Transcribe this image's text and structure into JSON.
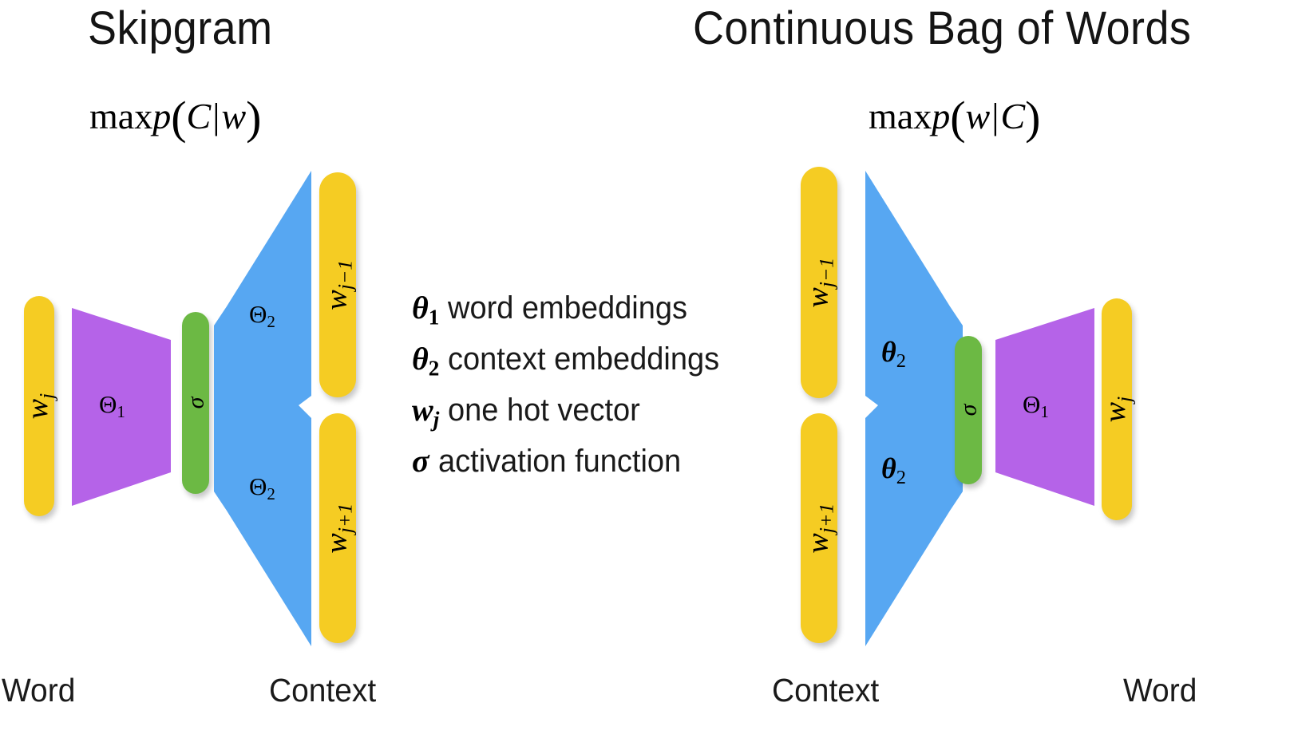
{
  "panels": [
    {
      "title": "Skipgram",
      "formula": {
        "op": "max",
        "p": "p",
        "open": "(",
        "first": "C",
        "bar": "|",
        "second": "w",
        "close": ")"
      },
      "input_label": "Word",
      "output_label": "Context",
      "blocks": {
        "input_bar": "w",
        "input_bar_sub": "j",
        "weight1": "Θ",
        "weight1_sub": "1",
        "activation": "σ",
        "weight2_top": "Θ",
        "weight2_top_sub": "2",
        "weight2_bottom": "Θ",
        "weight2_bottom_sub": "2",
        "out_top": "w",
        "out_top_sub": "j−1",
        "out_bottom": "w",
        "out_bottom_sub": "j+1"
      }
    },
    {
      "title": "Continuous Bag of Words",
      "formula": {
        "op": "max",
        "p": "p",
        "open": "(",
        "first": "w",
        "bar": "|",
        "second": "C",
        "close": ")"
      },
      "input_label": "Context",
      "output_label": "Word",
      "blocks": {
        "in_top": "w",
        "in_top_sub": "j−1",
        "in_bottom": "w",
        "in_bottom_sub": "j+1",
        "weight2_top": "θ",
        "weight2_top_sub": "2",
        "weight2_bottom": "θ",
        "weight2_bottom_sub": "2",
        "activation": "σ",
        "weight1": "Θ",
        "weight1_sub": "1",
        "output_bar": "w",
        "output_bar_sub": "j"
      }
    }
  ],
  "legend": [
    {
      "symbol": "θ",
      "symbol_sub": "1",
      "text": "word embeddings"
    },
    {
      "symbol": "θ",
      "symbol_sub": "2",
      "text": "context embeddings"
    },
    {
      "symbol": "w",
      "symbol_sub": "j",
      "text": "one hot vector"
    },
    {
      "symbol": "σ",
      "symbol_sub": "",
      "text": "activation function"
    }
  ],
  "colors": {
    "yellow": "#F5CC23",
    "purple": "#B563E8",
    "green": "#6CB944",
    "blue": "#57A7F2",
    "text": "#141414",
    "background": "#FFFFFF"
  }
}
